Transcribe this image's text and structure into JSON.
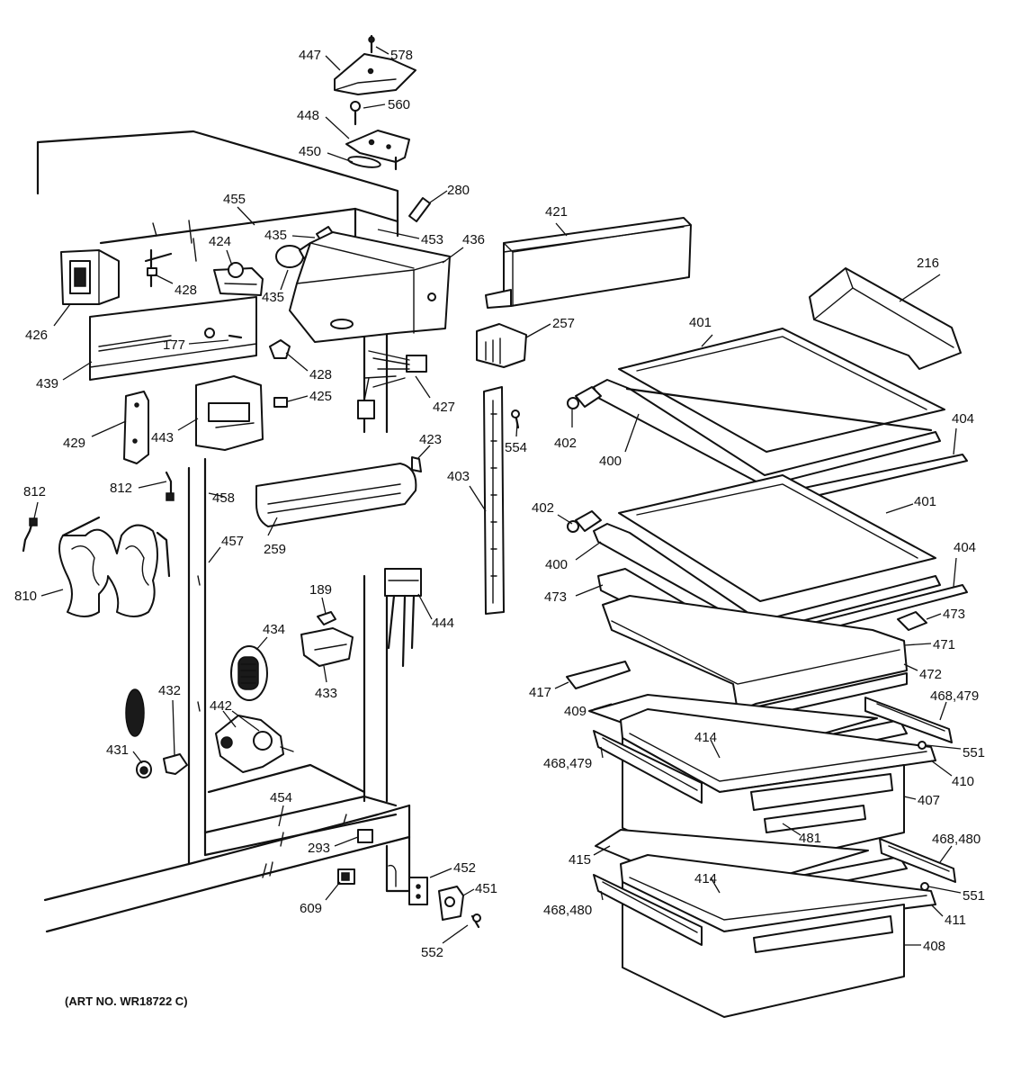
{
  "art_number": "(ART NO. WR18722 C)",
  "labels": [
    "578",
    "447",
    "560",
    "448",
    "450",
    "280",
    "455",
    "435",
    "424",
    "453",
    "436",
    "421",
    "216",
    "426",
    "428",
    "177",
    "435",
    "257",
    "401",
    "439",
    "428",
    "425",
    "427",
    "402",
    "400",
    "404",
    "429",
    "443",
    "554",
    "423",
    "812",
    "812",
    "458",
    "403",
    "402",
    "401",
    "457",
    "259",
    "400",
    "404",
    "810",
    "473",
    "473",
    "189",
    "444",
    "471",
    "434",
    "472",
    "433",
    "417",
    "432",
    "442",
    "409",
    "468,479",
    "431",
    "414",
    "551",
    "468,479",
    "410",
    "407",
    "454",
    "481",
    "293",
    "415",
    "468,480",
    "452",
    "414",
    "551",
    "451",
    "609",
    "468,480",
    "411",
    "552",
    "408"
  ]
}
